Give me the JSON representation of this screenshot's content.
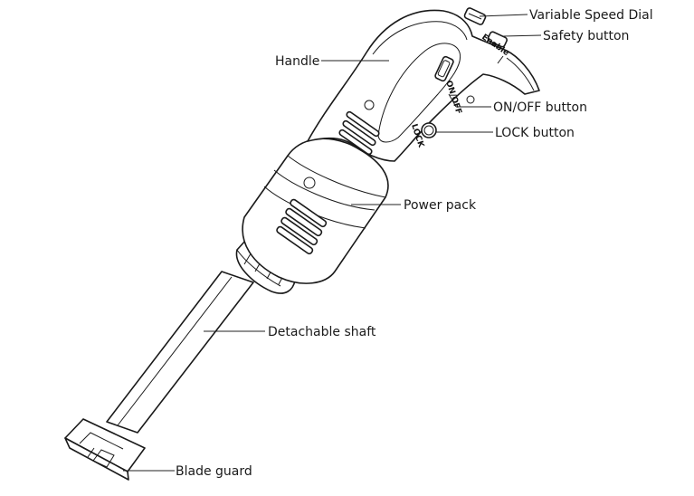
{
  "labels": {
    "variable_speed_dial": "Variable Speed Dial",
    "safety_button": "Safety button",
    "handle": "Handle",
    "on_off_button": "ON/OFF button",
    "lock_button": "LOCK button",
    "power_pack": "Power pack",
    "detachable_shaft": "Detachable shaft",
    "blade_guard": "Blade guard"
  },
  "device_markings": {
    "enable": "Enable",
    "on_off": "ON/OFF",
    "lock": "LOCK"
  }
}
